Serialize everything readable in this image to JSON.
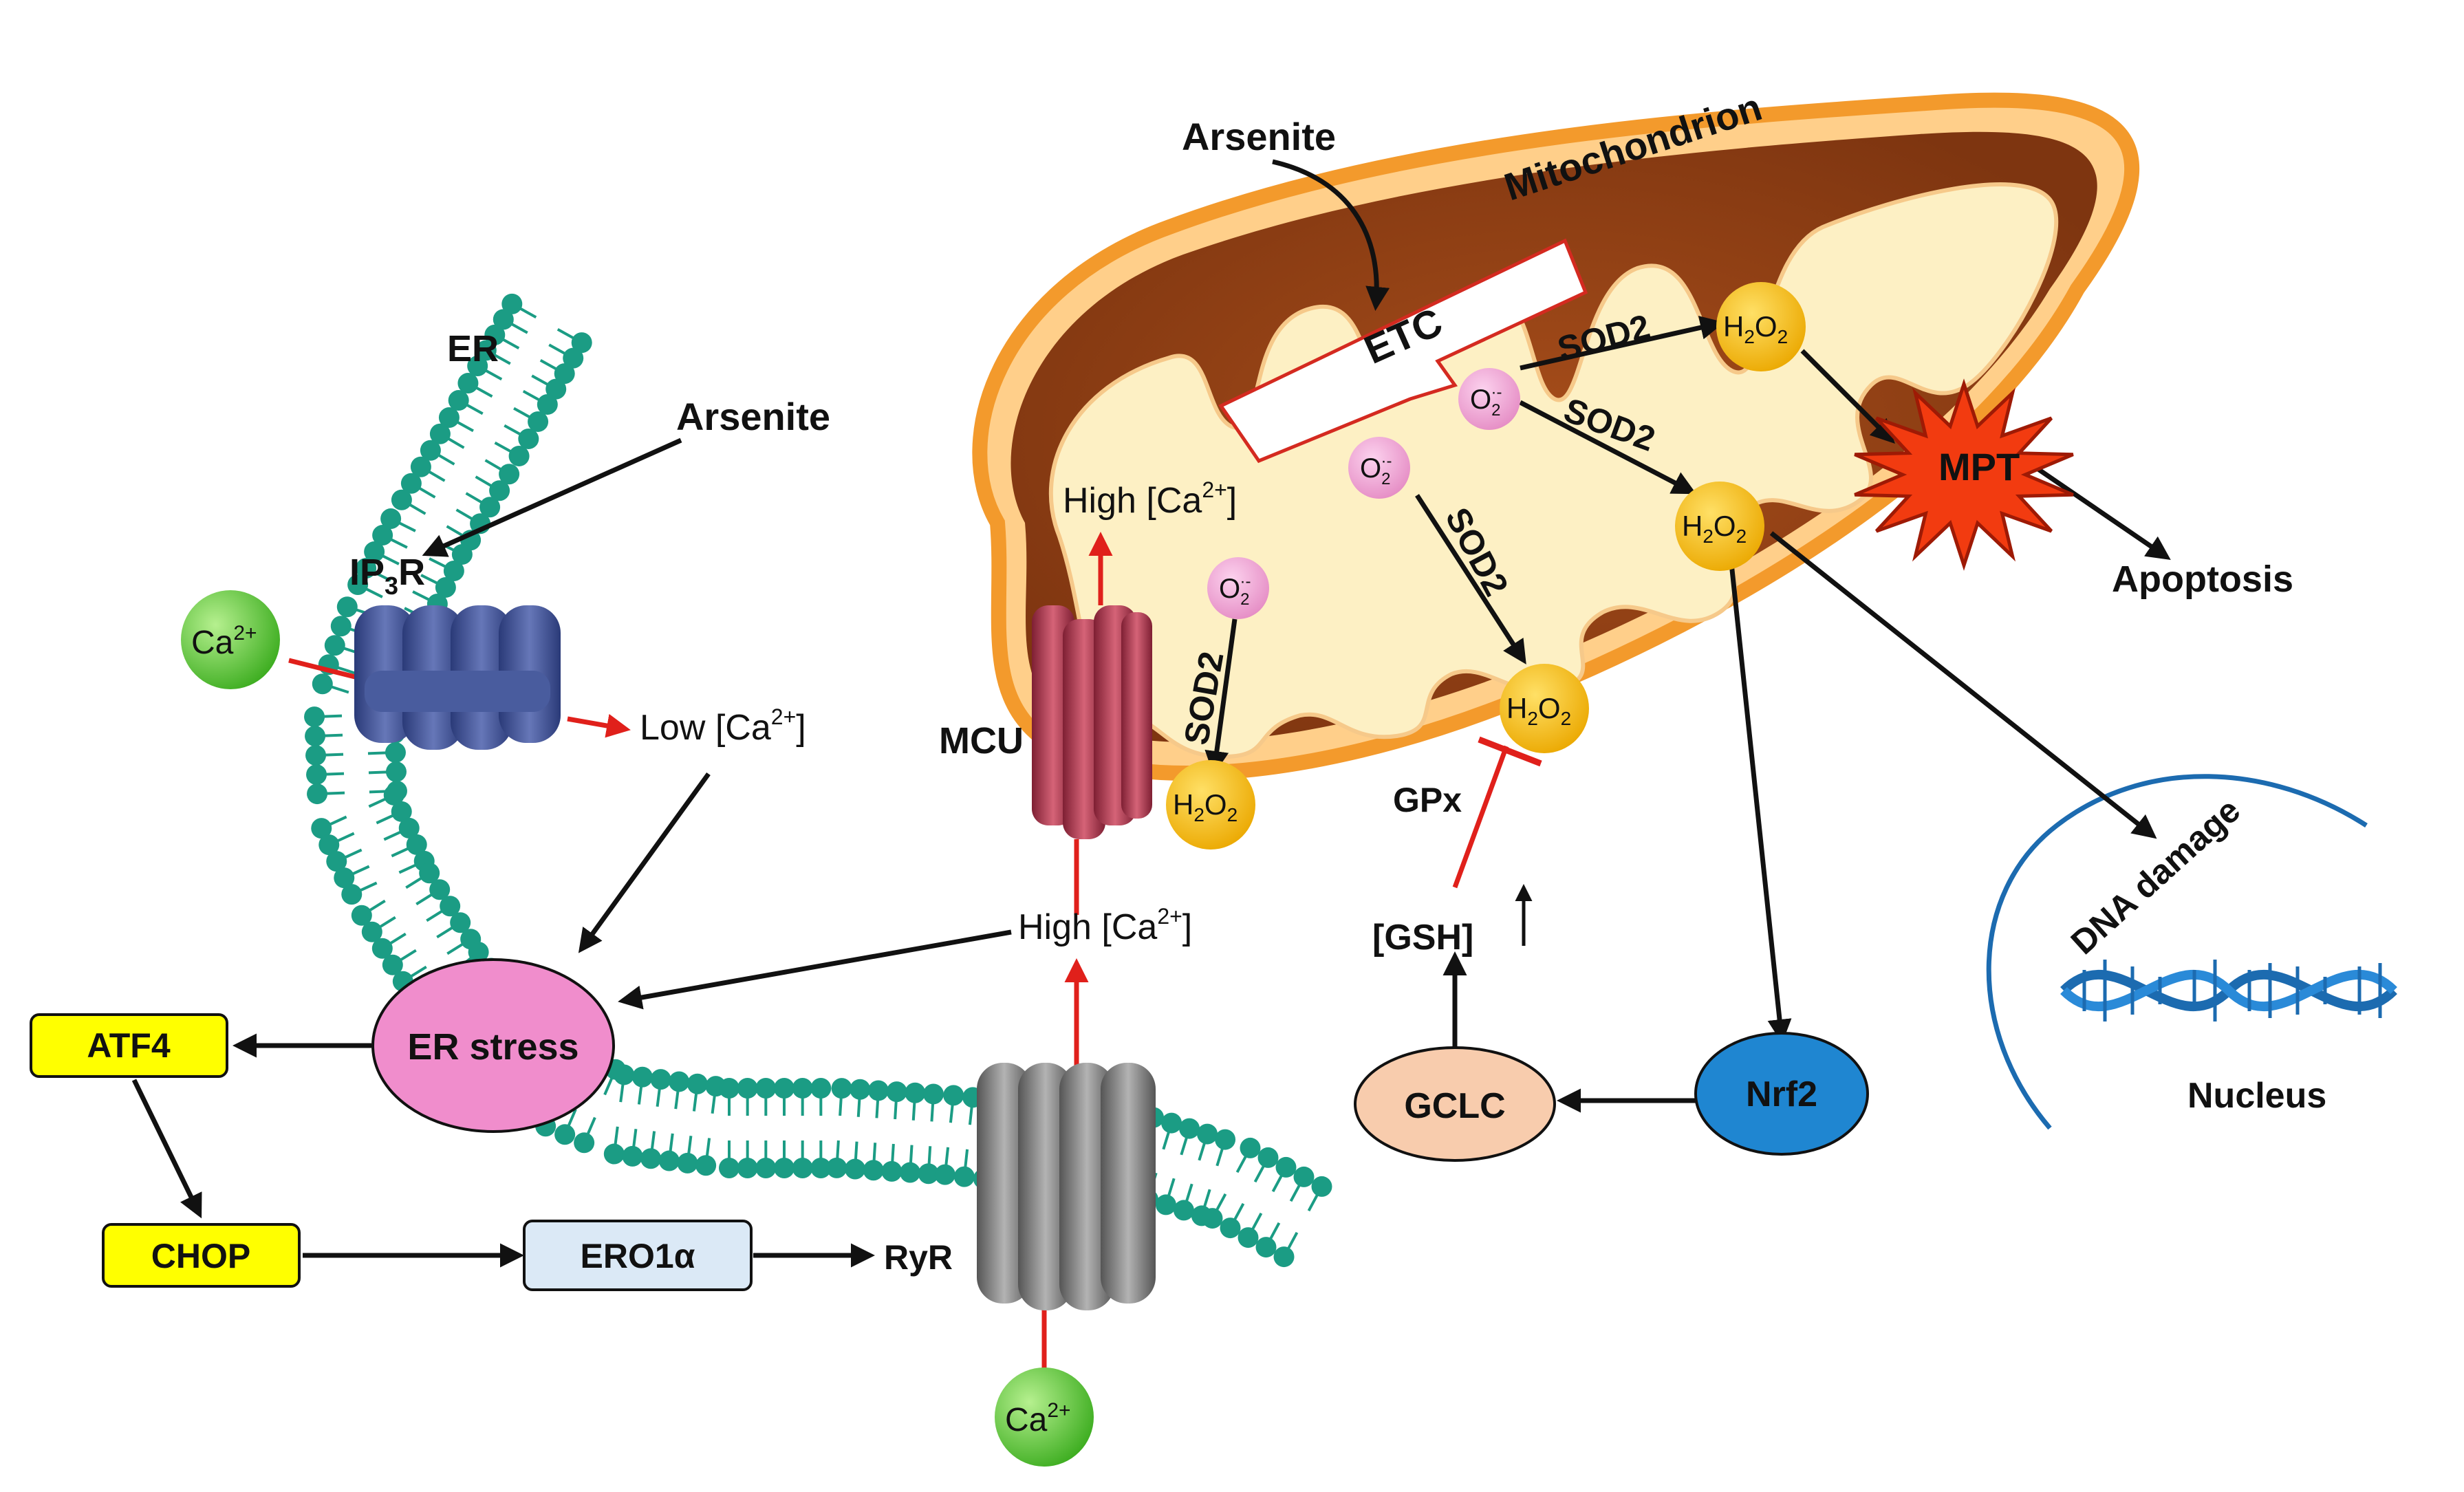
{
  "labels": {
    "arsenite_mito": "Arsenite",
    "arsenite_er": "Arsenite",
    "mitochondrion": "Mitochondrion",
    "er": "ER",
    "ip3r_main": "IP",
    "ip3r_sub": "3",
    "ip3r_end": "R",
    "etc": "ETC",
    "mcu": "MCU",
    "mpt": "MPT",
    "apoptosis": "Apoptosis",
    "dna_damage": "DNA damage",
    "nucleus": "Nucleus",
    "gpx": "GPx",
    "gsh": "[GSH]",
    "gclc": "GCLC",
    "nrf2": "Nrf2",
    "atf4": "ATF4",
    "chop": "CHOP",
    "ero1a": "ERO1α",
    "ryr": "RyR",
    "er_stress": "ER stress",
    "sod2_a": "SOD2",
    "sod2_b": "SOD2",
    "sod2_c": "SOD2",
    "sod2_d": "SOD2",
    "low_ca_main": "Low [Ca",
    "high_ca_mito_main": "High [Ca",
    "high_ca_cyto_main": "High [Ca",
    "ca_sup": "2+",
    "ca_close": "]",
    "ca_ion_main": "Ca",
    "ca_ion_sup": "2+",
    "h2o2_h": "H",
    "h2o2_2a": "2",
    "h2o2_o": "O",
    "h2o2_2b": "2",
    "o2_main": "O",
    "o2_sub": "2",
    "o2_sup": "·-"
  },
  "colors": {
    "black": "#111111",
    "red": "#e0201b",
    "membrane": "#1b9c84",
    "mito_outer": "#b8561c",
    "mito_inner": "#fdf0c4",
    "h2o2": "#f6bd00",
    "o2": "#f29ad4",
    "ca": "#5fcb3a",
    "yellow_box": "#ffff00",
    "ero1_box": "#dbe9f6",
    "er_stress": "#f08dcc",
    "gclc": "#f8ccad",
    "nrf2": "#1f86d1",
    "mpt": "#f23b10",
    "nucleus": "#1c6bb0",
    "ip3r": "#3d4f8f",
    "mcu": "#a8344a",
    "ryr": "#7a7a7a"
  }
}
